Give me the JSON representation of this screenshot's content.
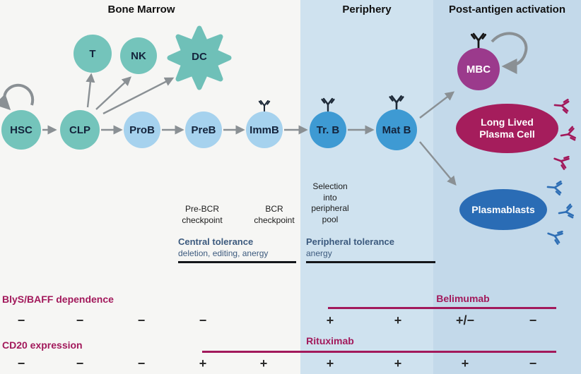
{
  "headers": {
    "bone_marrow": "Bone Marrow",
    "periphery": "Periphery",
    "post_antigen": "Post-antigen activation"
  },
  "cells": {
    "hsc": "HSC",
    "clp": "CLP",
    "t": "T",
    "nk": "NK",
    "dc": "DC",
    "prob": "ProB",
    "preb": "PreB",
    "immb": "ImmB",
    "trb": "Tr. B",
    "matb": "Mat B",
    "mbc": "MBC",
    "llpc": "Long Lived\nPlasma Cell",
    "plasmablasts": "Plasmablasts"
  },
  "annotations": {
    "pre_bcr_checkpoint": "Pre-BCR\ncheckpoint",
    "bcr_checkpoint": "BCR\ncheckpoint",
    "selection": "Selection\ninto\nperipheral\npool",
    "central_tolerance": "Central tolerance",
    "central_tolerance_detail": "deletion, editing, anergy",
    "peripheral_tolerance": "Peripheral tolerance",
    "peripheral_tolerance_detail": "anergy"
  },
  "rows": {
    "baff": {
      "label": "BlyS/BAFF dependence",
      "drug": "Belimumab",
      "values": [
        "−",
        "−",
        "−",
        "−",
        "",
        "+",
        "+",
        "+/−",
        "−"
      ]
    },
    "cd20": {
      "label": "CD20 expression",
      "drug": "Rituximab",
      "values": [
        "−",
        "−",
        "−",
        "+",
        "+",
        "+",
        "+",
        "+",
        "−"
      ]
    }
  },
  "colors": {
    "maroon": "#a2195b",
    "teal_cell": "#74c4bb",
    "light_blue_cell": "#a6d2ee",
    "mid_blue_cell": "#3e9ad3",
    "purple_cell": "#9b3a8c",
    "plasma_cell_red": "#a51d5c",
    "plasmablast_blue": "#2a6cb5",
    "periphery_bg": "#cfe2ef",
    "post_antigen_bg": "#c3d9ea",
    "tolerance_text": "#3c5a7e",
    "arrow_gray": "#8a9094"
  }
}
